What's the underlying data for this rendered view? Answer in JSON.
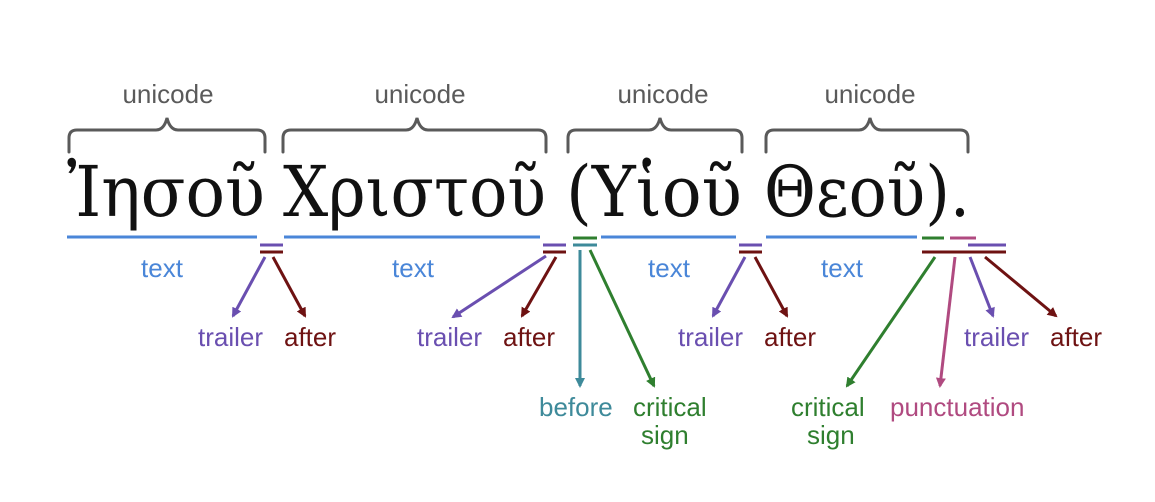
{
  "colors": {
    "unicode": "#5a5a5a",
    "text": "#4a86d8",
    "trailer": "#6a4fb0",
    "after": "#6e1212",
    "before": "#3e8a9a",
    "critical_sign": "#2f7f2f",
    "punctuation": "#b04a80"
  },
  "greek_words": [
    "Ἰησοῦ",
    "Χριστοῦ",
    "(Υἱοῦ",
    "Θεοῦ)."
  ],
  "brace_labels": [
    "unicode",
    "unicode",
    "unicode",
    "unicode"
  ],
  "text_labels": [
    "text",
    "text",
    "text",
    "text"
  ],
  "pair_labels": [
    {
      "trailer": "trailer",
      "after": "after"
    },
    {
      "trailer": "trailer",
      "after": "after"
    },
    {
      "trailer": "trailer",
      "after": "after"
    },
    {
      "trailer": "trailer",
      "after": "after"
    }
  ],
  "before_label": "before",
  "critical_sign_label": [
    "critical",
    "sign"
  ],
  "critical_sign_label_2": [
    "critical",
    "sign"
  ],
  "punctuation_label": "punctuation"
}
